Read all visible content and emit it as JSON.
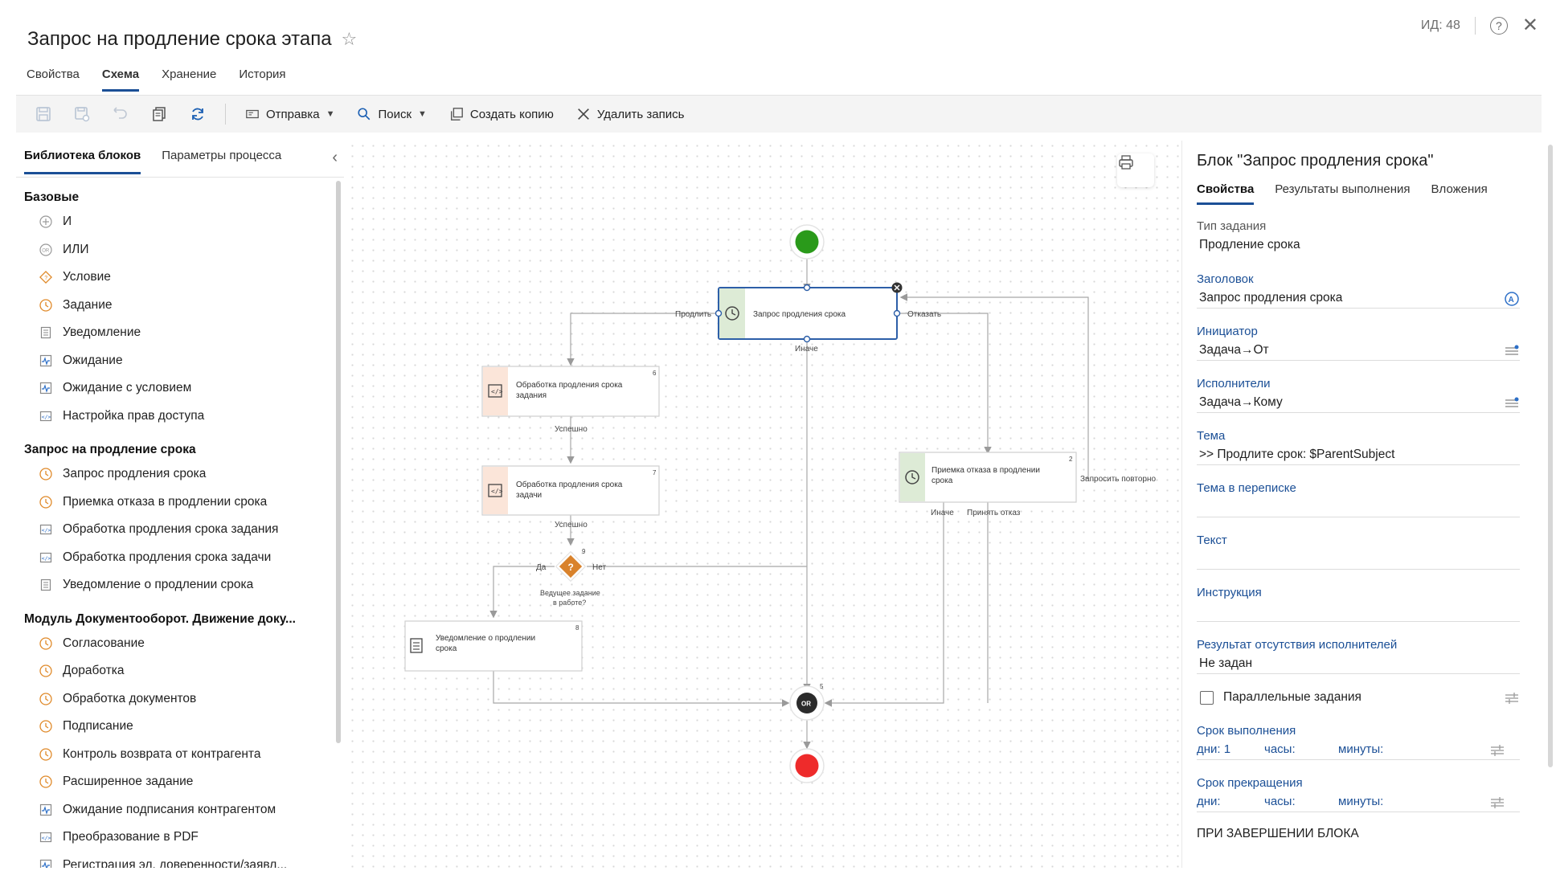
{
  "header": {
    "title": "Запрос на продление срока этапа",
    "id_label": "ИД: 48"
  },
  "tabs": [
    "Свойства",
    "Схема",
    "Хранение",
    "История"
  ],
  "toolbar": {
    "send": "Отправка",
    "search": "Поиск",
    "copy": "Создать копию",
    "delete": "Удалить запись"
  },
  "left_panel": {
    "tabs": [
      "Библиотека блоков",
      "Параметры процесса"
    ],
    "sections": [
      {
        "title": "Базовые",
        "items": [
          {
            "label": "И",
            "icon": "plus-circle-icon"
          },
          {
            "label": "ИЛИ",
            "icon": "or-circle-icon"
          },
          {
            "label": "Условие",
            "icon": "diamond-icon"
          },
          {
            "label": "Задание",
            "icon": "clock-icon"
          },
          {
            "label": "Уведомление",
            "icon": "document-icon"
          },
          {
            "label": "Ожидание",
            "icon": "pulse-icon"
          },
          {
            "label": "Ожидание с условием",
            "icon": "pulse-icon"
          },
          {
            "label": "Настройка прав доступа",
            "icon": "code-icon"
          }
        ]
      },
      {
        "title": "Запрос на продление срока",
        "items": [
          {
            "label": "Запрос продления срока",
            "icon": "clock-icon"
          },
          {
            "label": "Приемка отказа в продлении срока",
            "icon": "clock-icon"
          },
          {
            "label": "Обработка продления срока задания",
            "icon": "code-icon"
          },
          {
            "label": "Обработка продления срока задачи",
            "icon": "code-icon"
          },
          {
            "label": "Уведомление о продлении срока",
            "icon": "document-icon"
          }
        ]
      },
      {
        "title": "Модуль Документооборот. Движение доку...",
        "items": [
          {
            "label": "Согласование",
            "icon": "clock-icon"
          },
          {
            "label": "Доработка",
            "icon": "clock-icon"
          },
          {
            "label": "Обработка документов",
            "icon": "clock-icon"
          },
          {
            "label": "Подписание",
            "icon": "clock-icon"
          },
          {
            "label": "Контроль возврата от контрагента",
            "icon": "clock-icon"
          },
          {
            "label": "Расширенное задание",
            "icon": "clock-icon"
          },
          {
            "label": "Ожидание подписания контрагентом",
            "icon": "pulse-icon"
          },
          {
            "label": "Преобразование в PDF",
            "icon": "code-icon"
          },
          {
            "label": "Регистрация эл. доверенности/заявл...",
            "icon": "pulse-icon"
          }
        ]
      }
    ]
  },
  "diagram": {
    "nodes": {
      "request": "Запрос продления срока",
      "proc_task_1": "Обработка продления срока",
      "proc_task_2": "задания",
      "proc_job_1": "Обработка продления срока",
      "proc_job_2": "задачи",
      "accept_1": "Приемка отказа в продлении",
      "accept_2": "срока",
      "notify_1": "Уведомление о продлении",
      "notify_2": "срока",
      "cond_1": "Ведущее задание",
      "cond_2": "в работе?",
      "or_label": "OR"
    },
    "numbers": {
      "proc_task": "6",
      "proc_job": "7",
      "accept": "2",
      "notify": "8",
      "cond": "9",
      "or": "5"
    },
    "labels": {
      "extend": "Продлить",
      "refuse": "Отказать",
      "else": "Иначе",
      "success1": "Успешно",
      "success2": "Успешно",
      "yes": "Да",
      "no": "Нет",
      "request_again": "Запросить повторно",
      "else_accept": "Иначе",
      "accept_refusal": "Принять отказ"
    },
    "colors": {
      "start": "#2a9a1a",
      "end": "#ee2b2b",
      "selected": "#2d5fa8",
      "condition": "#d9822b"
    }
  },
  "right_panel": {
    "title": "Блок \"Запрос продления срока\"",
    "tabs": [
      "Свойства",
      "Результаты выполнения",
      "Вложения"
    ],
    "task_type_label": "Тип задания",
    "task_type_value": "Продление срока",
    "header_label": "Заголовок",
    "header_value": "Запрос продления срока",
    "initiator_label": "Инициатор",
    "initiator_value": "Задача→От",
    "executors_label": "Исполнители",
    "executors_value": "Задача→Кому",
    "subject_label": "Тема",
    "subject_value": ">> Продлите срок: $ParentSubject",
    "subject_chat_label": "Тема в переписке",
    "text_label": "Текст",
    "instruction_label": "Инструкция",
    "absence_label": "Результат отсутствия исполнителей",
    "absence_value": "Не задан",
    "parallel_label": "Параллельные задания",
    "deadline_label": "Срок выполнения",
    "deadline_days": "дни: 1",
    "deadline_hours": "часы:",
    "deadline_minutes": "минуты:",
    "stop_label": "Срок прекращения",
    "stop_days": "дни:",
    "stop_hours": "часы:",
    "stop_minutes": "минуты:",
    "on_complete": "ПРИ ЗАВЕРШЕНИИ БЛОКА"
  }
}
